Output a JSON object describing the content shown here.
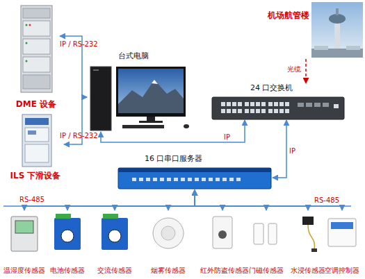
{
  "diagram": {
    "nodes": [
      {
        "text": [
          "DME 设备"
        ]
      },
      {
        "text": [
          "台式电脑"
        ]
      },
      {
        "text": [
          "机场航管楼"
        ]
      },
      {
        "text": [
          "24 口交换机"
        ]
      },
      {
        "text": [
          "ILS 下滑设备"
        ]
      },
      {
        "text": [
          "16 口串口服务器"
        ]
      },
      {
        "text": [
          "温湿度传感器"
        ]
      },
      {
        "text": [
          "电池传感器"
        ]
      },
      {
        "text": [
          "交流传感器"
        ]
      },
      {
        "text": [
          "烟雾传感器"
        ]
      },
      {
        "text": [
          "红外防盗传感器"
        ]
      },
      {
        "text": [
          "门磁传感器"
        ]
      },
      {
        "text": [
          "水浸传感器"
        ]
      },
      {
        "text": [
          "空调控制器"
        ]
      }
    ],
    "edges": [
      {
        "from": 0,
        "to": 1,
        "label": "IP / RS-232",
        "arrow": "both"
      },
      {
        "from": 4,
        "to": 1,
        "label": "IP / RS-232",
        "arrow": "both"
      },
      {
        "from": 1,
        "to": 3,
        "label": "IP",
        "arrow": "both"
      },
      {
        "from": 3,
        "to": 5,
        "label": "IP",
        "arrow": "both"
      },
      {
        "from": 2,
        "to": 3,
        "label": "光缆",
        "arrow": "to"
      },
      {
        "from": 5,
        "to": 6,
        "arrow": "both"
      },
      {
        "from": 5,
        "to": 7,
        "arrow": "both"
      },
      {
        "from": 5,
        "to": 8,
        "arrow": "both"
      },
      {
        "from": 5,
        "to": 9,
        "arrow": "both"
      },
      {
        "from": 5,
        "to": 10,
        "arrow": "both"
      },
      {
        "from": 5,
        "to": 11,
        "arrow": "both"
      },
      {
        "from": 5,
        "to": 12,
        "arrow": "both"
      },
      {
        "from": 5,
        "to": 13,
        "arrow": "both"
      }
    ],
    "labels": [
      "RS-485",
      "RS-485"
    ]
  }
}
